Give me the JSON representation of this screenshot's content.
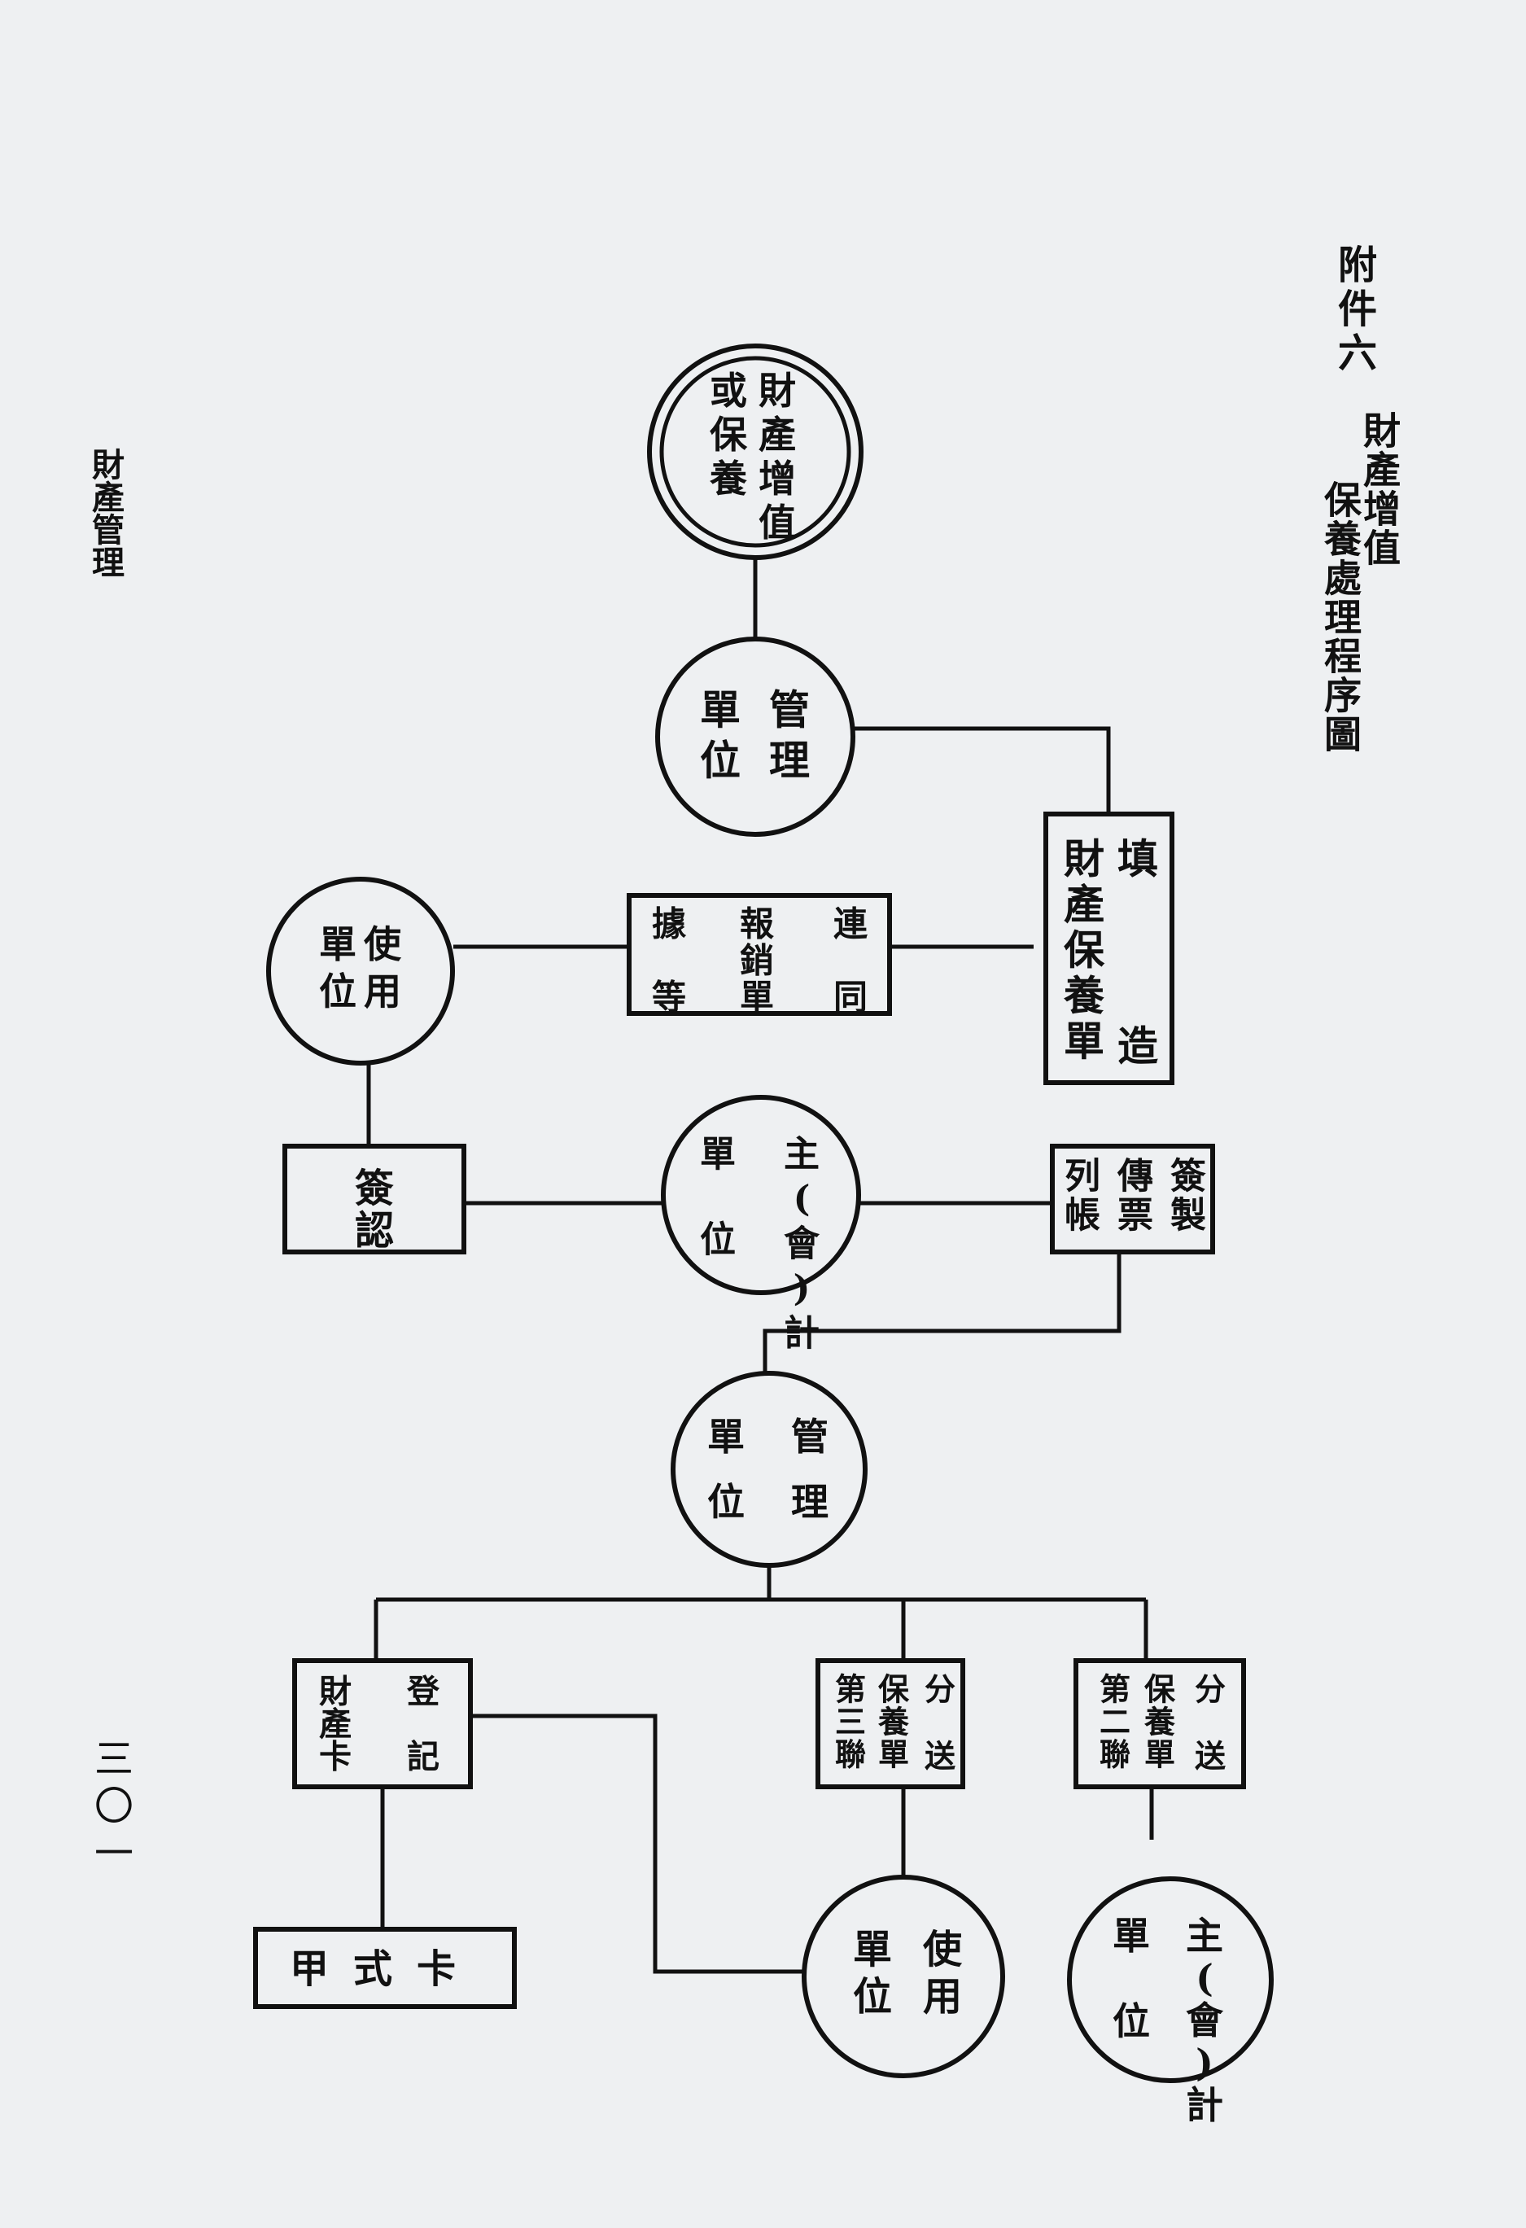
{
  "header": {
    "appendix_label": "附件六",
    "title_line_1": "財產增值",
    "title_line_2": "保養處理程序圖",
    "running_head": "財產管理",
    "page_number": "三〇一"
  },
  "diagram": {
    "nodes": [
      {
        "id": "n1",
        "shape": "double-circle",
        "lines": [
          "財產增值",
          "或保養"
        ]
      },
      {
        "id": "n2",
        "shape": "circle",
        "lines": [
          "管理",
          "單位"
        ]
      },
      {
        "id": "n3",
        "shape": "rect",
        "lines": [
          "填造",
          "財產保養單"
        ]
      },
      {
        "id": "n4",
        "shape": "rect",
        "lines": [
          "連同",
          "報銷單",
          "據等"
        ]
      },
      {
        "id": "n5",
        "shape": "circle",
        "lines": [
          "使用",
          "單位"
        ]
      },
      {
        "id": "n6",
        "shape": "rect",
        "lines": [
          "簽認"
        ]
      },
      {
        "id": "n7",
        "shape": "circle",
        "lines": [
          "主(會)計",
          "單位"
        ]
      },
      {
        "id": "n8",
        "shape": "rect",
        "lines": [
          "簽製",
          "傳票",
          "列帳"
        ]
      },
      {
        "id": "n9",
        "shape": "circle",
        "lines": [
          "管理",
          "單位"
        ]
      },
      {
        "id": "n10",
        "shape": "rect",
        "lines": [
          "登記",
          "財產卡"
        ]
      },
      {
        "id": "n11",
        "shape": "rect",
        "lines": [
          "分送",
          "保養單",
          "第三聯"
        ]
      },
      {
        "id": "n12",
        "shape": "rect",
        "lines": [
          "分送",
          "保養單",
          "第二聯"
        ]
      },
      {
        "id": "n13",
        "shape": "rect",
        "lines": [
          "甲式卡"
        ]
      },
      {
        "id": "n14",
        "shape": "circle",
        "lines": [
          "使用",
          "單位"
        ]
      },
      {
        "id": "n15",
        "shape": "circle",
        "lines": [
          "主(會)計",
          "單位"
        ]
      }
    ]
  }
}
